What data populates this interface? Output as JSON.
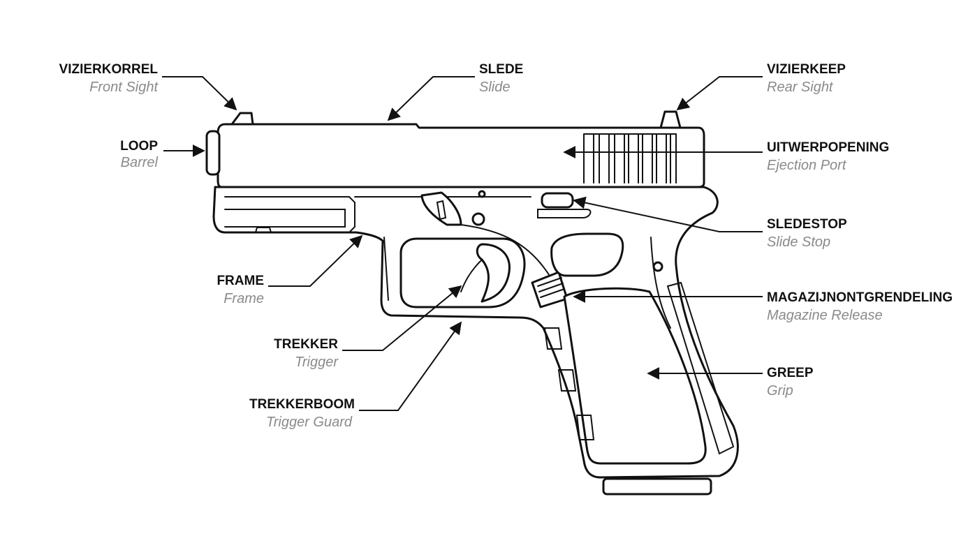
{
  "title": "Pistol parts diagram",
  "labels": {
    "front_sight": {
      "nl": "VIZIERKORREL",
      "en": "Front Sight"
    },
    "slide": {
      "nl": "SLEDE",
      "en": "Slide"
    },
    "rear_sight": {
      "nl": "VIZIERKEEP",
      "en": "Rear Sight"
    },
    "barrel": {
      "nl": "LOOP",
      "en": "Barrel"
    },
    "ejection_port": {
      "nl": "UITWERPOPENING",
      "en": "Ejection Port"
    },
    "slide_stop": {
      "nl": "SLEDESTOP",
      "en": "Slide Stop"
    },
    "frame": {
      "nl": "FRAME",
      "en": "Frame"
    },
    "magazine_release": {
      "nl": "MAGAZIJNONTGRENDELING",
      "en": "Magazine Release"
    },
    "trigger": {
      "nl": "TREKKER",
      "en": "Trigger"
    },
    "grip": {
      "nl": "GREEP",
      "en": "Grip"
    },
    "trigger_guard": {
      "nl": "TREKKERBOOM",
      "en": "Trigger Guard"
    }
  }
}
